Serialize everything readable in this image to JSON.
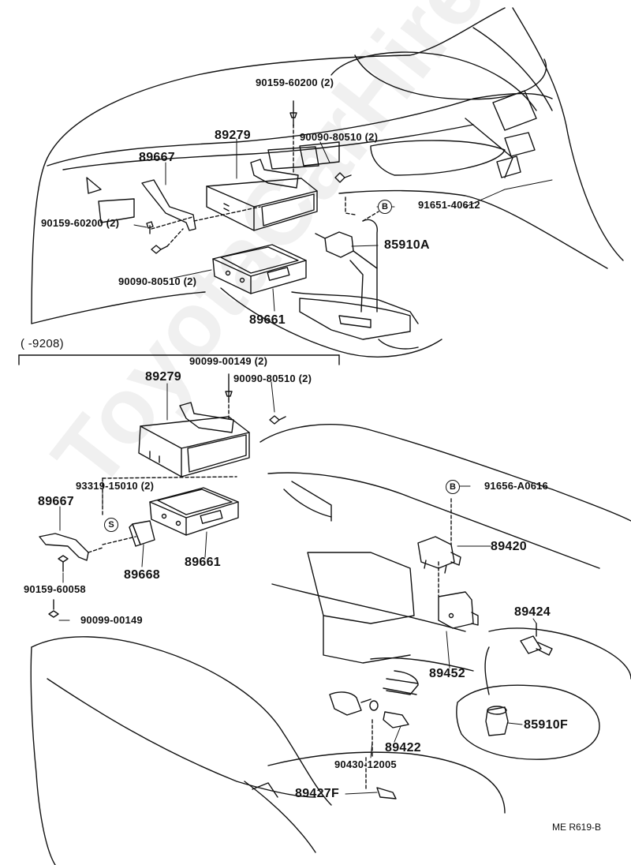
{
  "watermark": "ToyotaCarHire.ru",
  "drawing_id": "ME R619-B",
  "section_range": "(     -9208)",
  "callouts": {
    "b_upper": {
      "mark": "B",
      "part": "91651-40612"
    },
    "b_lower": {
      "mark": "B",
      "part": "91656-A0616"
    },
    "s_mark": "S"
  },
  "upper_section": {
    "p90159_60200_top": "90159-60200 (2)",
    "p89279": "89279",
    "p90090_80510_top": "90090-80510 (2)",
    "p89667": "89667",
    "p90159_60200_left": "90159-60200 (2)",
    "p85910A": "85910A",
    "p90090_80510_bottom": "90090-80510 (2)",
    "p89661": "89661"
  },
  "lower_section": {
    "p90099_00149_top": "90099-00149 (2)",
    "p89279": "89279",
    "p90090_80510": "90090-80510 (2)",
    "p93319_15010": "93319-15010 (2)",
    "p89667": "89667",
    "p89668": "89668",
    "p89661": "89661",
    "p90159_60058": "90159-60058",
    "p90099_00149": "90099-00149",
    "p89420": "89420",
    "p89424": "89424",
    "p89452": "89452",
    "p85910F": "85910F",
    "p89422": "89422",
    "p90430_12005": "90430-12005",
    "p89427F": "89427F"
  }
}
